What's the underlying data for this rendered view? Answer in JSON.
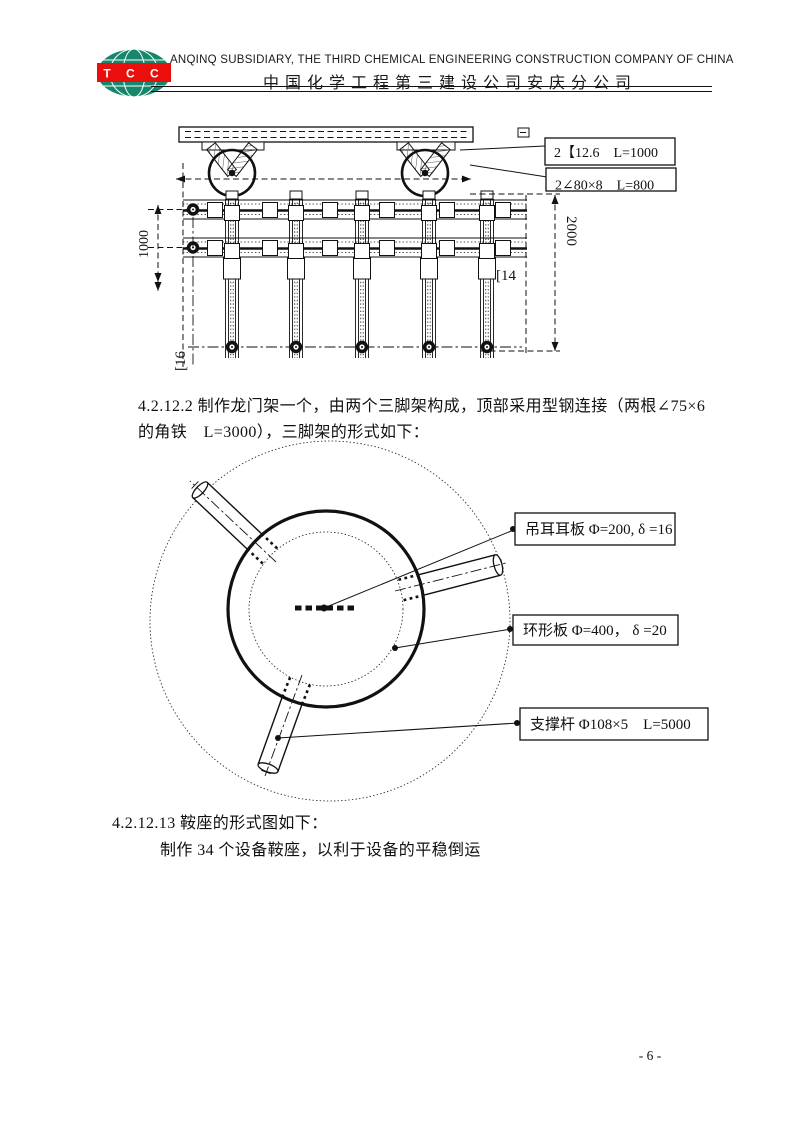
{
  "header": {
    "logo_text": "T C C",
    "logo_colors": {
      "globe": "#17876b",
      "banner": "#ea0f0c"
    },
    "company_en": "ANQINQ SUBSIDIARY, THE THIRD CHEMICAL ENGINEERING CONSTRUCTION COMPANY OF CHINA",
    "company_zh": "中国化学工程第三建设公司安庆分公司"
  },
  "figure1": {
    "callout_top": "2【12.6　L=1000",
    "callout_bottom": "2∠80×8　L=800",
    "dim_left": "1000",
    "dim_right": "2000",
    "channel_right": "[14",
    "channel_bottom": "[16"
  },
  "section_4_2_12_2": {
    "line1": "4.2.12.2 制作龙门架一个，由两个三脚架构成，顶部采用型钢连接（两根∠75×6",
    "line2": "的角铁　L=3000），三脚架的形式如下："
  },
  "figure2": {
    "callout_lug": "吊耳耳板 Φ=200, δ =16",
    "callout_ring": "环形板  Φ=400，  δ =20",
    "callout_support": "支撑杆  Φ108×5　L=5000"
  },
  "section_4_2_12_13": {
    "line1": "4.2.12.13 鞍座的形式图如下：",
    "line2": "制作 34 个设备鞍座，以利于设备的平稳倒运"
  },
  "footer": {
    "page_number": "- 6 -"
  }
}
